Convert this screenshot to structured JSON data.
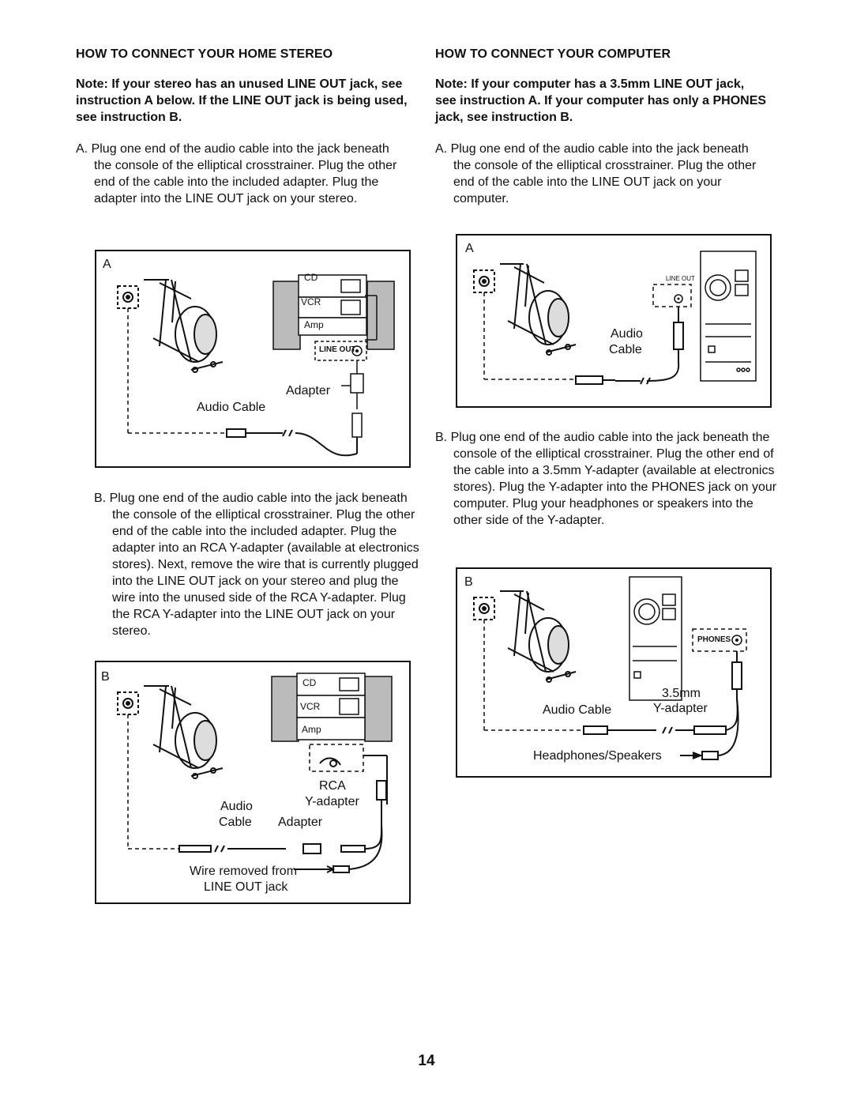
{
  "page_number": "14",
  "stereo": {
    "heading": "HOW TO CONNECT YOUR HOME STEREO",
    "note": "Note: If your stereo has an unused LINE OUT jack, see instruction A below. If the LINE OUT jack is being used, see instruction B.",
    "step_a": "A. Plug one end of the audio cable into the jack beneath the console of the elliptical crosstrainer. Plug the other end of the cable into the included adapter. Plug the adapter into the LINE OUT jack on your stereo.",
    "step_b": "B. Plug one end of the audio cable into the jack beneath the console of the elliptical crosstrainer. Plug the other end of the cable into the included adapter. Plug the adapter into an RCA Y-adapter (available at electronics stores). Next, remove the wire that is currently plugged into the LINE OUT jack on your stereo and plug the wire into the unused side of the RCA Y-adapter. Plug the RCA Y-adapter into the LINE OUT jack on your stereo.",
    "fig_a": {
      "letter": "A",
      "cd": "CD",
      "vcr": "VCR",
      "amp": "Amp",
      "line_out": "LINE OUT",
      "adapter": "Adapter",
      "audio_cable": "Audio Cable"
    },
    "fig_b": {
      "letter": "B",
      "cd": "CD",
      "vcr": "VCR",
      "amp": "Amp",
      "rca": "RCA",
      "y_adapter": "Y-adapter",
      "audio": "Audio",
      "cable": "Cable",
      "adapter": "Adapter",
      "wire_removed": "Wire removed from",
      "line_out_jack": "LINE OUT jack"
    }
  },
  "computer": {
    "heading": "HOW TO CONNECT YOUR COMPUTER",
    "note": "Note: If your computer has a 3.5mm LINE OUT jack, see instruction A. If your computer has only a PHONES jack, see instruction B.",
    "step_a": "A. Plug one end of the audio cable into the jack beneath the console of the elliptical crosstrainer. Plug the other end of the cable into the LINE OUT jack on your computer.",
    "step_b": "B. Plug one end of the audio cable into the jack beneath the console of the elliptical crosstrainer. Plug the other end of the cable into a 3.5mm Y-adapter (available at electronics stores). Plug the Y-adapter into the PHONES jack on your computer. Plug your headphones or speakers into the other side of the Y-adapter.",
    "fig_a": {
      "letter": "A",
      "line_out": "LINE OUT",
      "audio": "Audio",
      "cable": "Cable"
    },
    "fig_b": {
      "letter": "B",
      "phones": "PHONES",
      "mm": "3.5mm",
      "audio_cable": "Audio Cable",
      "y_adapter": "Y-adapter",
      "headphones": "Headphones/Speakers"
    }
  }
}
